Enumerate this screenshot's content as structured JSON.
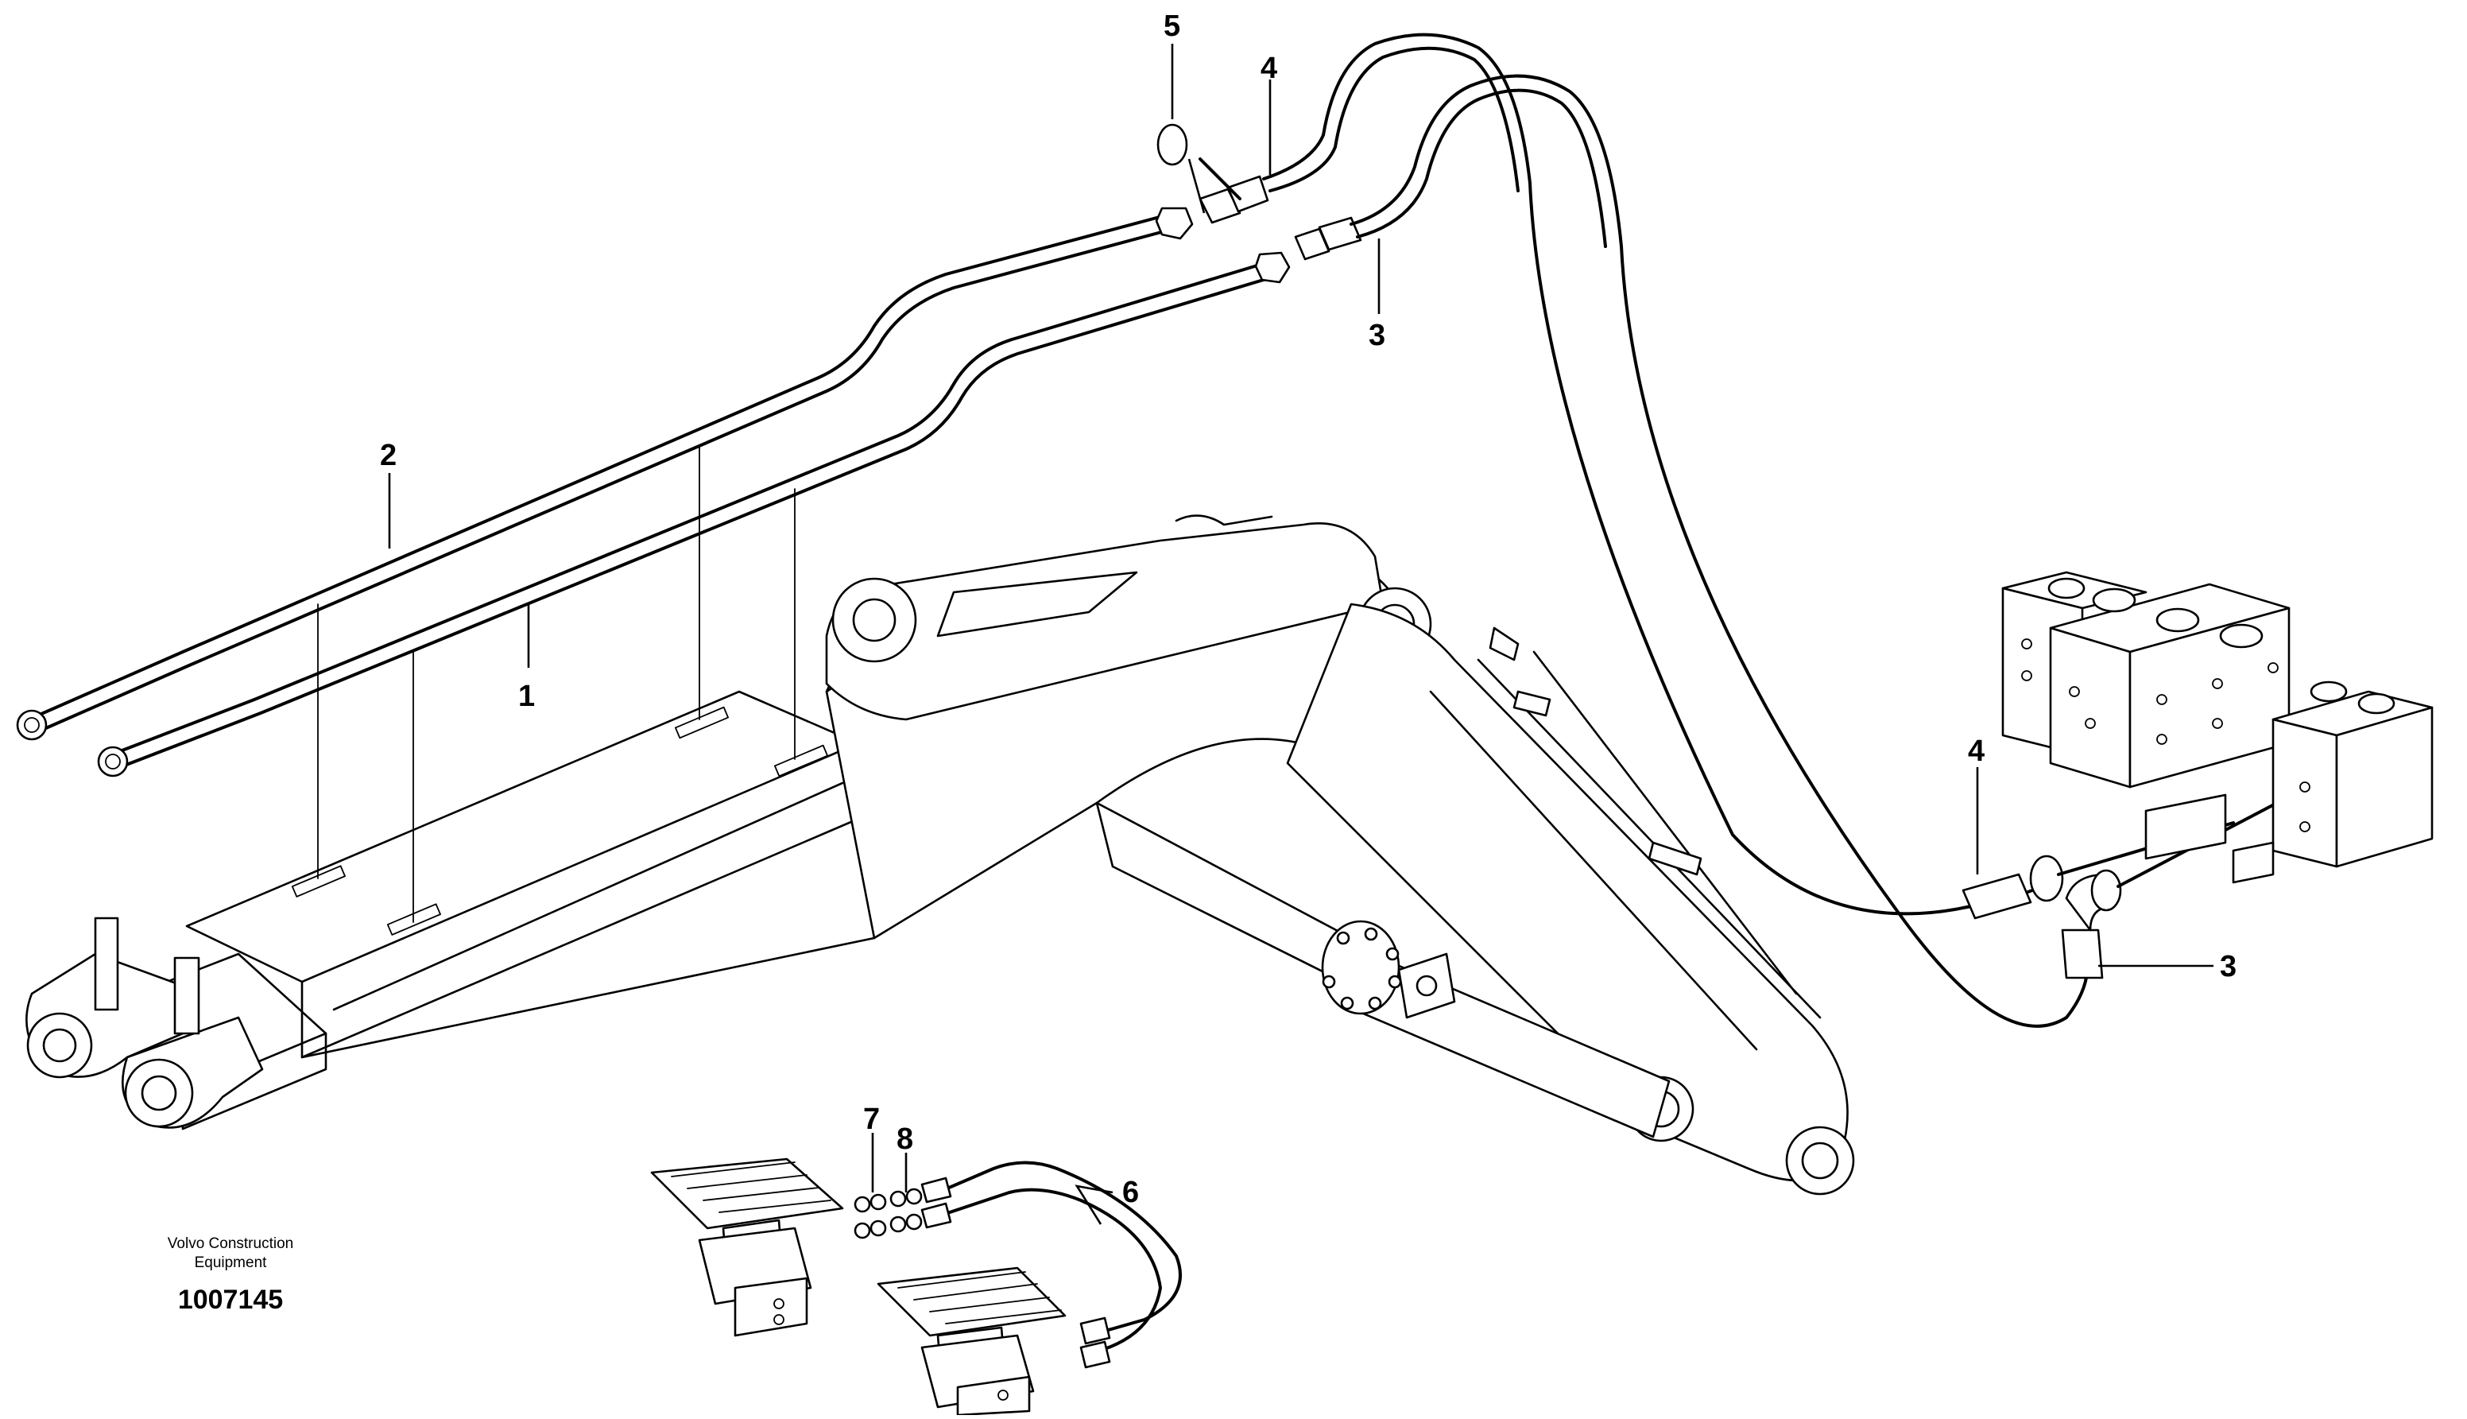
{
  "callouts": {
    "c1": "1",
    "c2": "2",
    "c3_top": "3",
    "c3_right": "3",
    "c4_top": "4",
    "c4_right": "4",
    "c5": "5",
    "c6": "6",
    "c7": "7",
    "c8": "8"
  },
  "footer": {
    "line1": "Volvo Construction",
    "line2": "Equipment",
    "doc_number": "1007145"
  }
}
